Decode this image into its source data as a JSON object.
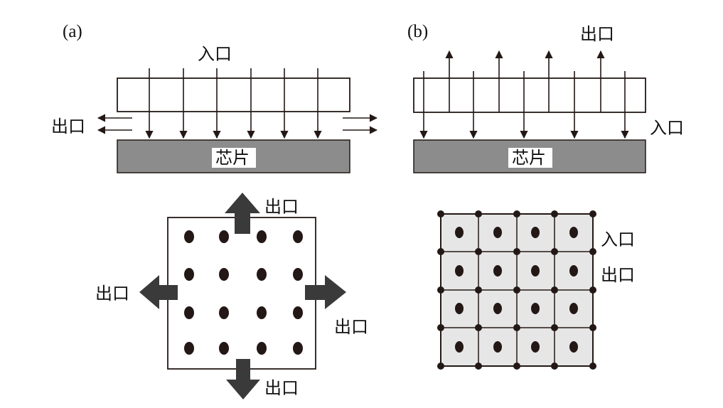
{
  "panel_a": {
    "label": "(a)",
    "top": {
      "inlet": "入口",
      "outlet": "出口",
      "chip": "芯片"
    },
    "bottom": {
      "outlet_top": "出口",
      "outlet_left": "出口",
      "outlet_right": "出口",
      "outlet_bottom": "出口"
    }
  },
  "panel_b": {
    "label": "(b)",
    "top": {
      "outlet": "出口",
      "inlet": "入口",
      "chip": "芯片"
    },
    "bottom": {
      "legend_inlet": "入口",
      "legend_outlet": "出口"
    }
  },
  "colors": {
    "line": "#231815",
    "chip_fill": "#8c8c8c",
    "grid_fill": "#e6e6e6",
    "arrow_block": "#3a3a3a"
  }
}
